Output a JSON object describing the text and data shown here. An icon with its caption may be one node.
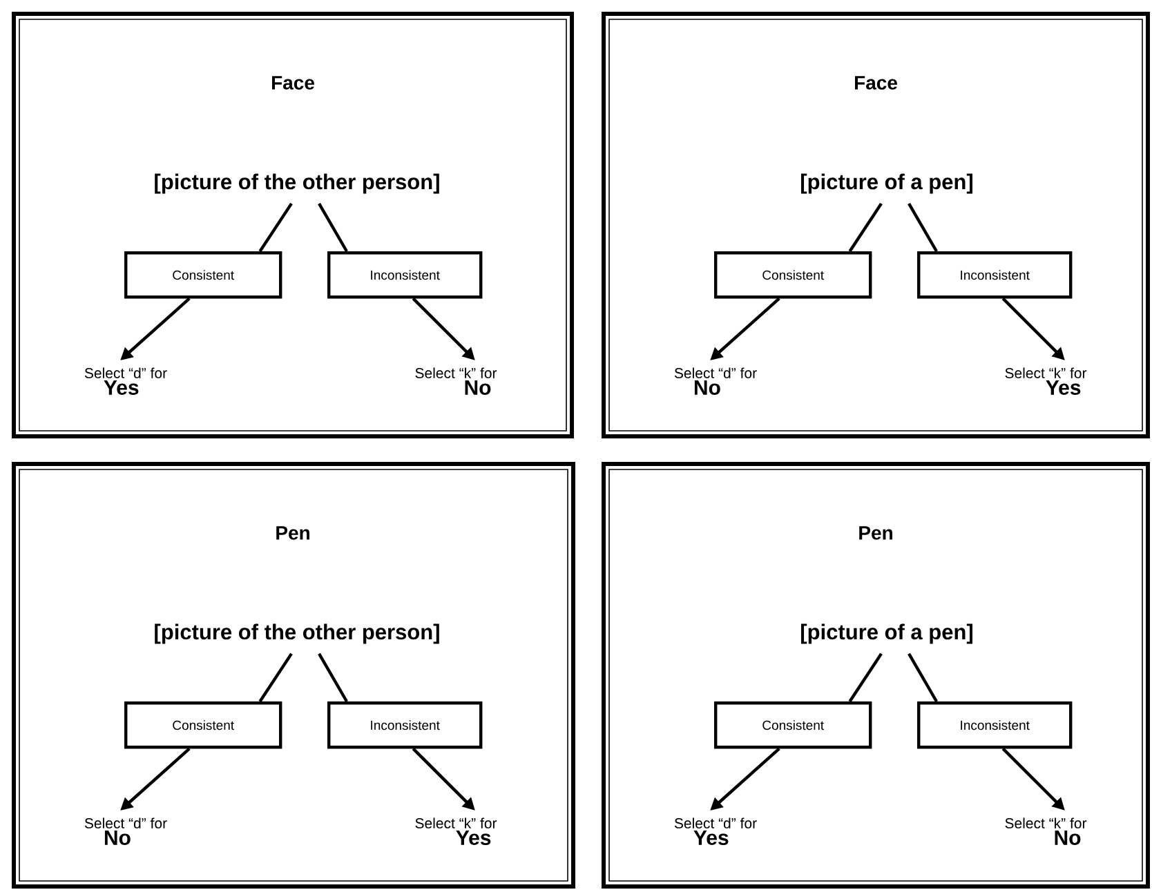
{
  "diagram": {
    "nodes": [
      {
        "text": [
          "Face"
        ]
      },
      {
        "text": [
          "[picture of the other person]"
        ],
        "in": 0
      },
      {
        "text": [
          "Consistent"
        ],
        "in": 0
      },
      {
        "text": [
          "Inconsistent"
        ],
        "in": 0
      },
      {
        "text": [
          "Select “d” for",
          "Yes"
        ],
        "in": 0
      },
      {
        "text": [
          "Select “k” for",
          "No"
        ],
        "in": 0
      },
      {
        "text": [
          "Face"
        ]
      },
      {
        "text": [
          "[picture of a pen]"
        ],
        "in": 6
      },
      {
        "text": [
          "Consistent"
        ],
        "in": 6
      },
      {
        "text": [
          "Inconsistent"
        ],
        "in": 6
      },
      {
        "text": [
          "Select “d” for",
          "No"
        ],
        "in": 6
      },
      {
        "text": [
          "Select “k” for",
          "Yes"
        ],
        "in": 6
      },
      {
        "text": [
          "Pen"
        ]
      },
      {
        "text": [
          "[picture of the other person]"
        ],
        "in": 12
      },
      {
        "text": [
          "Consistent"
        ],
        "in": 12
      },
      {
        "text": [
          "Inconsistent"
        ],
        "in": 12
      },
      {
        "text": [
          "Select “d” for",
          "No"
        ],
        "in": 12
      },
      {
        "text": [
          "Select “k” for",
          "Yes"
        ],
        "in": 12
      },
      {
        "text": [
          "Pen"
        ]
      },
      {
        "text": [
          "[picture of a pen]"
        ],
        "in": 18
      },
      {
        "text": [
          "Consistent"
        ],
        "in": 18
      },
      {
        "text": [
          "Inconsistent"
        ],
        "in": 18
      },
      {
        "text": [
          "Select “d” for",
          "Yes"
        ],
        "in": 18
      },
      {
        "text": [
          "Select “k” for",
          "No"
        ],
        "in": 18
      }
    ],
    "edges": [
      {
        "from": 1,
        "to": 2,
        "arrow": "none"
      },
      {
        "from": 1,
        "to": 3,
        "arrow": "none"
      },
      {
        "from": 2,
        "to": 4,
        "arrow": "to"
      },
      {
        "from": 3,
        "to": 5,
        "arrow": "to"
      },
      {
        "from": 7,
        "to": 8,
        "arrow": "none"
      },
      {
        "from": 7,
        "to": 9,
        "arrow": "none"
      },
      {
        "from": 8,
        "to": 10,
        "arrow": "to"
      },
      {
        "from": 9,
        "to": 11,
        "arrow": "to"
      },
      {
        "from": 13,
        "to": 14,
        "arrow": "none"
      },
      {
        "from": 13,
        "to": 15,
        "arrow": "none"
      },
      {
        "from": 14,
        "to": 16,
        "arrow": "to"
      },
      {
        "from": 15,
        "to": 17,
        "arrow": "to"
      },
      {
        "from": 19,
        "to": 20,
        "arrow": "none"
      },
      {
        "from": 19,
        "to": 21,
        "arrow": "none"
      },
      {
        "from": 20,
        "to": 22,
        "arrow": "to"
      },
      {
        "from": 21,
        "to": 23,
        "arrow": "to"
      }
    ]
  }
}
